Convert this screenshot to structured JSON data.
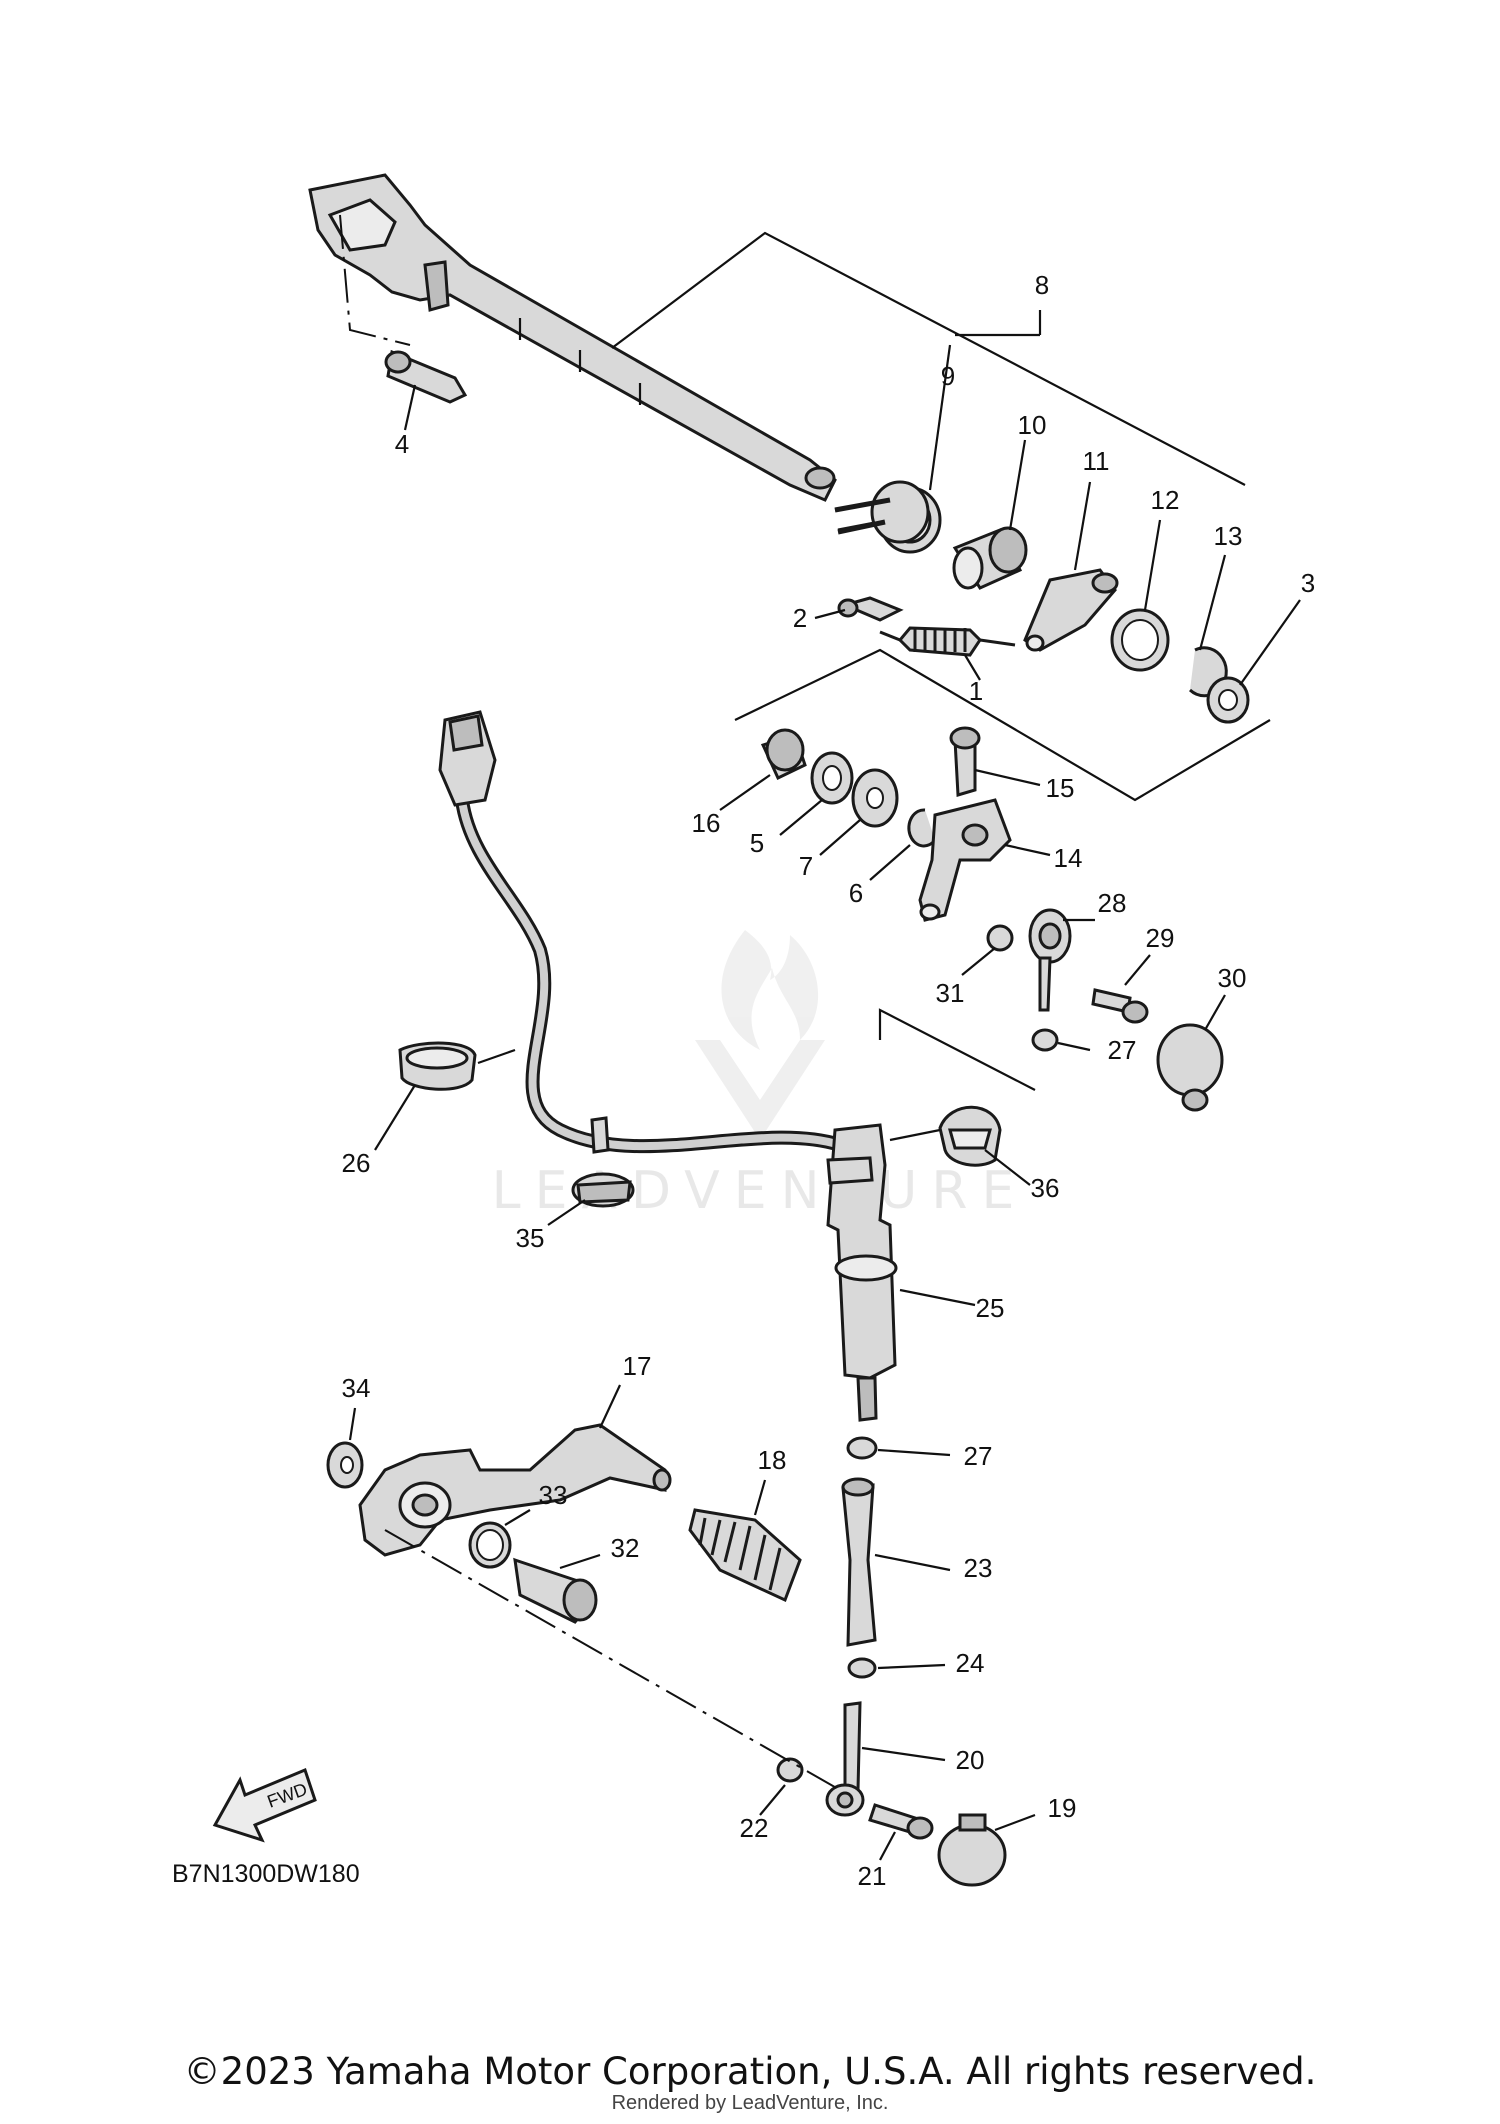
{
  "diagram": {
    "code": "B7N1300DW180",
    "direction_arrow": "FWD",
    "watermark": "LEADVENTURE",
    "callouts": {
      "c1": "1",
      "c2": "2",
      "c3": "3",
      "c4": "4",
      "c5": "5",
      "c6": "6",
      "c7": "7",
      "c8": "8",
      "c9": "9",
      "c10": "10",
      "c11": "11",
      "c12": "12",
      "c13": "13",
      "c14": "14",
      "c15": "15",
      "c16": "16",
      "c17": "17",
      "c18": "18",
      "c19": "19",
      "c20": "20",
      "c21": "21",
      "c22": "22",
      "c23": "23",
      "c24": "24",
      "c25": "25",
      "c26": "26",
      "c27a": "27",
      "c27b": "27",
      "c28": "28",
      "c29": "29",
      "c30": "30",
      "c31": "31",
      "c32": "32",
      "c33": "33",
      "c34": "34",
      "c35": "35",
      "c36": "36"
    }
  },
  "footer": {
    "copyright": "©2023 Yamaha Motor Corporation, U.S.A. All rights reserved.",
    "rendered_by": "Rendered by LeadVenture, Inc."
  }
}
